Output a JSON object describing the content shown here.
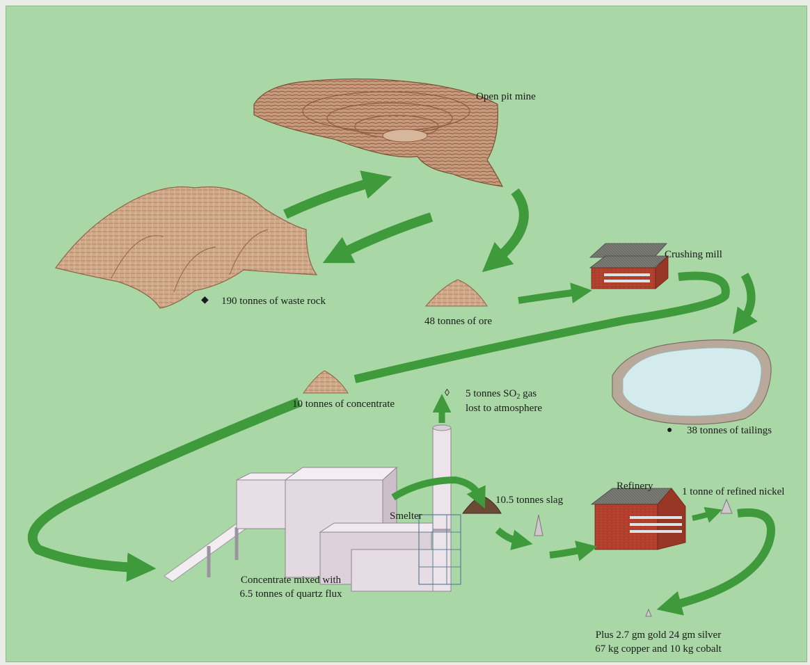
{
  "labels": {
    "open_pit_mine": "Open pit mine",
    "waste_rock": "190 tonnes of waste rock",
    "ore": "48 tonnes of ore",
    "crushing_mill": "Crushing mill",
    "tailings": "38 tonnes of tailings",
    "concentrate": "10 tonnes of concentrate",
    "so2_line1_a": "5 tonnes SO",
    "so2_line1_sub": "2",
    "so2_line1_b": " gas",
    "so2_line2": "lost to atmosphere",
    "slag": "10.5 tonnes slag",
    "smelter": "Smelter",
    "refinery": "Refinery",
    "refined_nickel": "1 tonne of refined nickel",
    "flux_line1": "Concentrate mixed with",
    "flux_line2": "6.5 tonnes of quartz flux",
    "byproducts_line1": "Plus 2.7 gm gold   24 gm silver",
    "byproducts_line2": "67 kg copper   and 10 kg cobalt"
  },
  "markers": {
    "waste_rock": "◆",
    "so2": "◊",
    "tailings": "●"
  },
  "colors": {
    "background": "#a9d8a6",
    "arrow": "#3f9a3c",
    "rock": "#c9a484",
    "building_red": "#b5432f",
    "water": "#cfe7ea"
  }
}
